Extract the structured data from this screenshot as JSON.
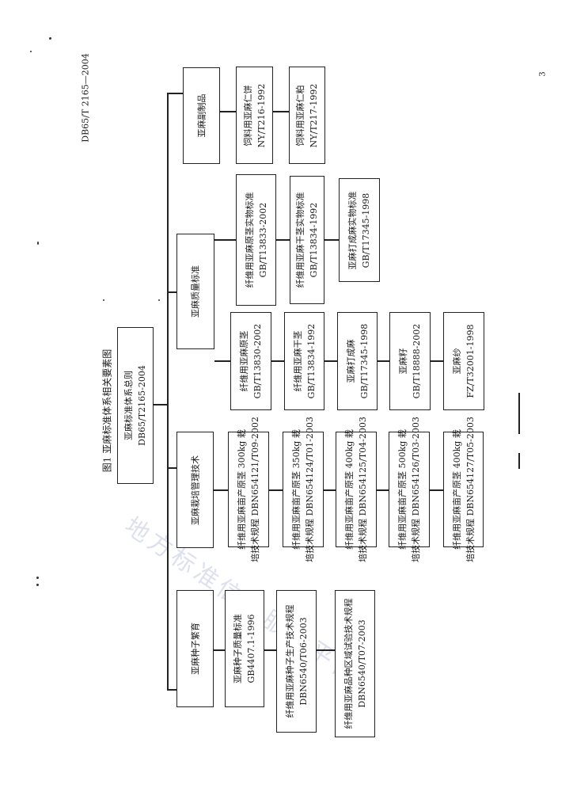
{
  "header": {
    "doc_code": "DB65/T 2165—2004",
    "page_number": "3"
  },
  "figure_title": "图1  亚麻标准体系相关要素图",
  "watermark": "地方标准信息服务平台",
  "root": {
    "line1": "亚麻标准体系总则",
    "line2": "DB65/T2165-2004"
  },
  "categories": {
    "seed": {
      "label": "亚麻种子繁育",
      "items": [
        {
          "line1": "亚麻种子质量标准",
          "line2": "GB4407.1-1996"
        },
        {
          "line1": "纤维用亚麻种子生产技术规程",
          "line2": "DBN6540/T06-2003"
        },
        {
          "line1": "纤维用亚麻品种区域试验技术规程",
          "line2": "DBN6540/T07-2003"
        }
      ]
    },
    "cultivation": {
      "label": "亚麻栽培管理技术",
      "items": [
        {
          "line1": "纤维用亚麻亩产原茎 300kg 栽",
          "line2": "培技术规程    DBN654121/T09-2002"
        },
        {
          "line1": "纤维用亚麻亩产原茎 350kg 栽",
          "line2": "培技术规程    DBN654124/T01-2003"
        },
        {
          "line1": "纤维用亚麻亩产原茎 400kg 栽",
          "line2": "培技术规程    DBN654125/T04-2003"
        },
        {
          "line1": "纤维用亚麻亩产原茎 500kg 栽",
          "line2": "培技术规程    DBN654126/T03-2003"
        },
        {
          "line1": "纤维用亚麻亩产原茎 400kg 栽",
          "line2": "培技术规程    DBN654127/T05-2003"
        }
      ]
    },
    "quality": {
      "label": "亚麻质量标准",
      "col1": [
        {
          "line1": "纤维用亚麻原茎",
          "line2": "GB/T13830-2002"
        },
        {
          "line1": "纤维用亚麻干茎",
          "line2": "GB/T13834-1992"
        },
        {
          "line1": "亚麻打成麻",
          "line2": "GB/T17345-1998"
        },
        {
          "line1": "亚麻籽",
          "line2": "GB/T18888-2002"
        },
        {
          "line1": "亚麻纱",
          "line2": "FZ/T32001-1998"
        }
      ],
      "col2": [
        {
          "line1": "纤维用亚麻原茎实物标准",
          "line2": "GB/T13833-2002"
        },
        {
          "line1": "纤维用亚麻干茎实物标准",
          "line2": "GB/T13834-1992"
        },
        {
          "line1": "亚麻打成麻实物标准",
          "line2": "GB/T17345-1998"
        }
      ]
    },
    "byproduct": {
      "label": "亚麻副制品",
      "items": [
        {
          "line1": "饲料用亚麻仁饼",
          "line2": "NY/T216-1992"
        },
        {
          "line1": "饲料用亚麻仁粕",
          "line2": "NY/T217-1992"
        }
      ]
    }
  }
}
